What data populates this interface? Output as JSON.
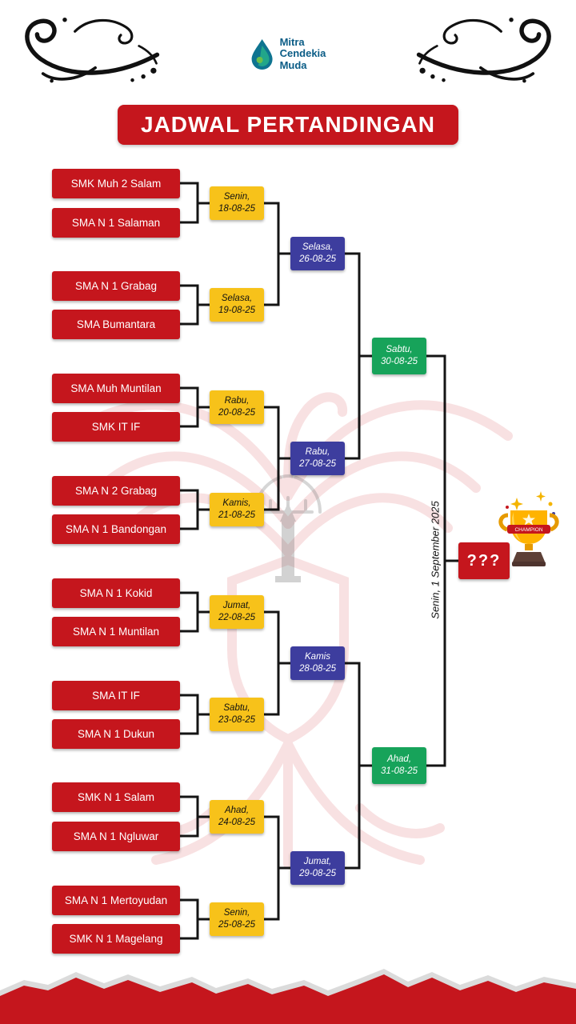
{
  "header": {
    "logo": {
      "line1": "Mitra",
      "line2": "Cendekia",
      "line3": "Muda"
    },
    "title": "JADWAL PERTANDINGAN"
  },
  "colors": {
    "primary_red": "#c5161d",
    "accent_yellow": "#f7c21a",
    "accent_blue": "#3d3d9e",
    "accent_green": "#17a35a",
    "logo_blue": "#0a5c86"
  },
  "bracket": {
    "round1": [
      {
        "teamA": "SMK Muh 2 Salam",
        "teamB": "SMA N 1 Salaman",
        "day": "Senin,",
        "date": "18-08-25"
      },
      {
        "teamA": "SMA N 1 Grabag",
        "teamB": "SMA Bumantara",
        "day": "Selasa,",
        "date": "19-08-25"
      },
      {
        "teamA": "SMA Muh Muntilan",
        "teamB": "SMK IT IF",
        "day": "Rabu,",
        "date": "20-08-25"
      },
      {
        "teamA": "SMA N 2 Grabag",
        "teamB": "SMA N 1 Bandongan",
        "day": "Kamis,",
        "date": "21-08-25"
      },
      {
        "teamA": "SMA N 1 Kokid",
        "teamB": "SMA N 1 Muntilan",
        "day": "Jumat,",
        "date": "22-08-25"
      },
      {
        "teamA": "SMA IT IF",
        "teamB": "SMA N 1 Dukun",
        "day": "Sabtu,",
        "date": "23-08-25"
      },
      {
        "teamA": "SMK N 1 Salam",
        "teamB": "SMA N 1 Ngluwar",
        "day": "Ahad,",
        "date": "24-08-25"
      },
      {
        "teamA": "SMA N 1 Mertoyudan",
        "teamB": "SMK N 1 Magelang",
        "day": "Senin,",
        "date": "25-08-25"
      }
    ],
    "round2": [
      {
        "day": "Selasa,",
        "date": "26-08-25"
      },
      {
        "day": "Rabu,",
        "date": "27-08-25"
      },
      {
        "day": "Kamis",
        "date": "28-08-25"
      },
      {
        "day": "Jumat,",
        "date": "29-08-25"
      }
    ],
    "semifinals": [
      {
        "day": "Sabtu,",
        "date": "30-08-25"
      },
      {
        "day": "Ahad,",
        "date": "31-08-25"
      }
    ],
    "final": {
      "schedule": "Senin, 1 September 2025",
      "winner_placeholder": "???"
    }
  },
  "trophy": {
    "banner": "CHAMPION"
  }
}
